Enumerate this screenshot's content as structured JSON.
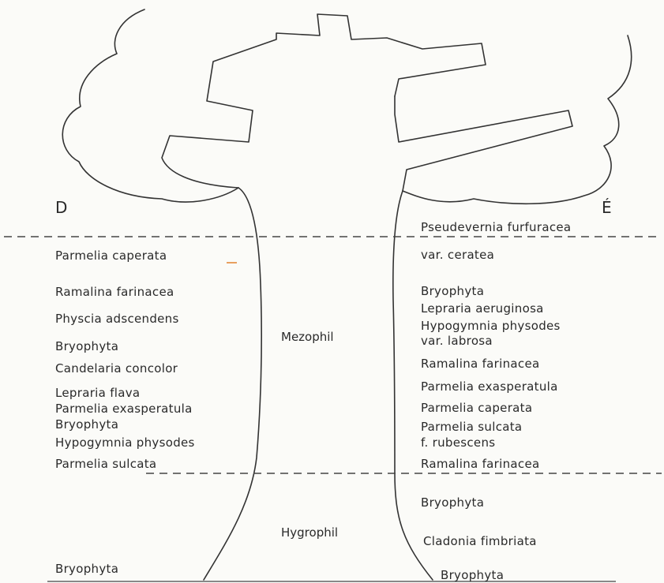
{
  "aspects": {
    "left": "D",
    "right": "É"
  },
  "zones": {
    "upper": "Mezophil",
    "lower": "Hygrophil"
  },
  "left_species": [
    "Parmelia caperata",
    "Ramalina farinacea",
    "Physcia adscendens",
    "Bryophyta",
    "Candelaria concolor",
    "Lepraria flava",
    "Parmelia exasperatula",
    "Bryophyta",
    "Hypogymnia physodes",
    "Parmelia sulcata",
    "Bryophyta"
  ],
  "right_species": [
    "Pseudevernia furfuracea",
    "var. ceratea",
    "Bryophyta",
    "Lepraria aeruginosa",
    "Hypogymnia physodes",
    "var. labrosa",
    "Ramalina farinacea",
    "Parmelia exasperatula",
    "Parmelia caperata",
    "Parmelia sulcata",
    "f. rubescens",
    "Ramalina farinacea",
    "Bryophyta",
    "Cladonia fimbriata",
    "Bryophyta"
  ]
}
